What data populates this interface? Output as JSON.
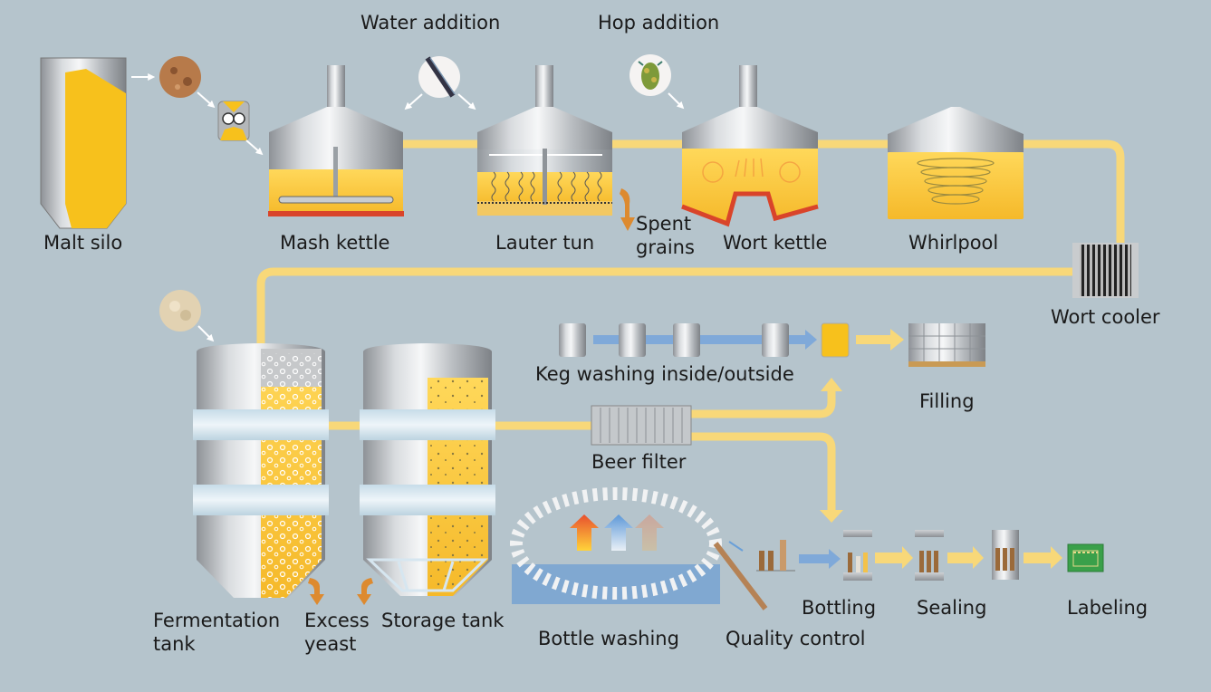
{
  "title": "Beer brewing process",
  "colors": {
    "background": "#b5c4cc",
    "pipe": "#f8d879",
    "beer": "#f7c93a",
    "heat": "#d9442a",
    "steel": "#a9adb1",
    "water_arrow": "#7fa9d9",
    "waste_arrow": "#dd8a2f",
    "label_green": "#3aa04a"
  },
  "stations": {
    "malt_silo": "Malt silo",
    "mash_kettle": "Mash kettle",
    "water_addition": "Water addition",
    "lauter_tun": "Lauter tun",
    "spent_grains": "Spent grains",
    "hop_addition": "Hop addition",
    "wort_kettle": "Wort kettle",
    "whirlpool": "Whirlpool",
    "wort_cooler": "Wort cooler",
    "fermentation_tank": "Fermentation tank",
    "excess_yeast": "Excess yeast",
    "storage_tank": "Storage tank",
    "keg_washing": "Keg washing inside/outside",
    "filling": "Filling",
    "beer_filter": "Beer filter",
    "bottle_washing": "Bottle washing",
    "quality_control": "Quality control",
    "bottling": "Bottling",
    "sealing": "Sealing",
    "labeling": "Labeling"
  },
  "icons": {
    "malt_grain": "malt-grain-icon",
    "mill": "grain-mill-icon",
    "water": "water-pipe-icon",
    "hops": "hop-cone-icon",
    "yeast": "yeast-icon"
  }
}
